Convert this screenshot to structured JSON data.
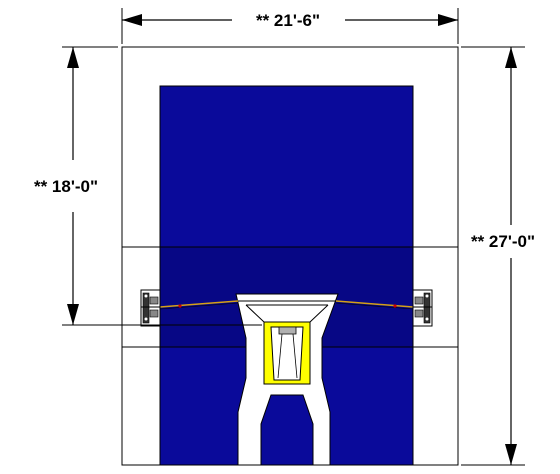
{
  "dimensions": {
    "width_label": "** 21'-6\"",
    "inner_height_label": "** 18'-0\"",
    "total_height_label": "** 27'-0\""
  },
  "colors": {
    "blue_fill": "#0a0a9a",
    "background": "#ffffff",
    "frame_line": "#000000",
    "yellow_block": "#ffff00",
    "gray_block": "#b0b0b0",
    "rail": "#d4a017"
  }
}
